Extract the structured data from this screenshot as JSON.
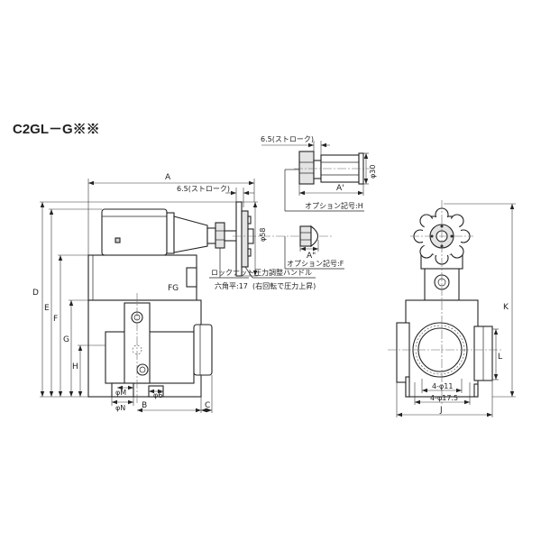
{
  "title": "C2GL－G※※",
  "colors": {
    "line": "#222222",
    "background": "#ffffff"
  },
  "front_view": {
    "dim_A": "A",
    "stroke_label": "6.5(ストローク)",
    "dim_phi58": "φ58",
    "fg_label": "FG",
    "lock_nut": "ロックナット",
    "hex_flat": "六角平:17",
    "pressure_handle": "圧力調整ハンドル",
    "pressure_note": "(右回転で圧力上昇)",
    "dim_D": "D",
    "dim_E": "E",
    "dim_F": "F",
    "dim_G": "G",
    "dim_H": "H",
    "dim_phiM": "φM",
    "dim_phiN": "φN",
    "dim_phi6": "φ6",
    "dim_B": "B",
    "dim_C": "C"
  },
  "option_h": {
    "stroke_label": "6.5(ストローク)",
    "dim_phi30": "φ30",
    "dim_A_prime": "A'",
    "label": "オプション記号:H"
  },
  "option_f": {
    "dim_A_double_prime": "A\"",
    "label": "オプション記号:F"
  },
  "side_view": {
    "dim_K": "K",
    "dim_L": "L",
    "holes_11": "4-φ11",
    "holes_17_5": "4-φ17.5",
    "dim_J": "J"
  }
}
